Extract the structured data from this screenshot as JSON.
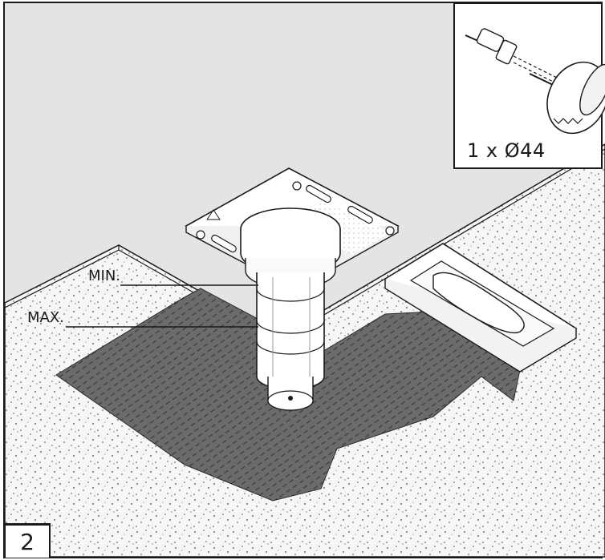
{
  "labels": {
    "min": "MIN.",
    "max": "MAX."
  },
  "inset": {
    "quantity_text": "1 x Ø44",
    "tool": "hole-saw-icon"
  },
  "step_number": "2",
  "colors": {
    "wall": "#e3e3e3",
    "floor": "#f4f4f4",
    "membrane": "#6e6e6e",
    "line": "#1a1a1a"
  }
}
